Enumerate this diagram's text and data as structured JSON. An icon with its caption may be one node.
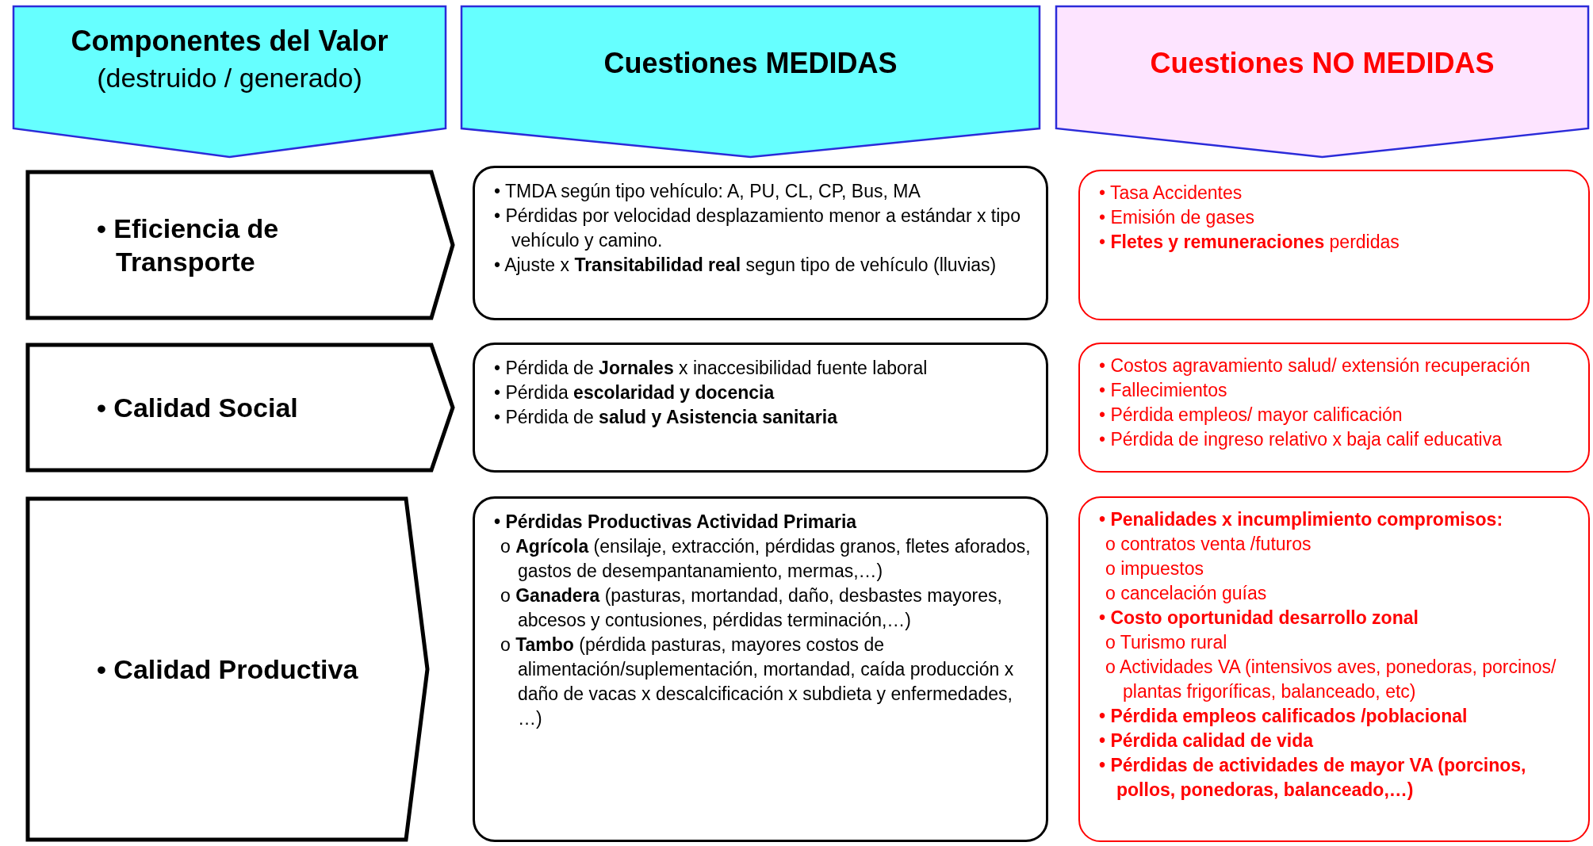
{
  "diagram": {
    "nodes": [
      {
        "text": [
          "Componentes del Valor",
          "(destruido / generado)"
        ]
      },
      {
        "text": [
          "Cuestiones MEDIDAS"
        ]
      },
      {
        "text": [
          "Cuestiones NO MEDIDAS"
        ]
      },
      {
        "text": [
          "• Eficiencia de Transporte"
        ]
      },
      {
        "text": [
          "• TMDA según tipo vehículo: A, PU, CL, CP, Bus, MA",
          "• Pérdidas por velocidad desplazamiento menor a estándar x tipo vehículo y camino.",
          "• Ajuste x **Transitabilidad real** segun tipo de vehículo (lluvias)"
        ]
      },
      {
        "text": [
          "• Tasa Accidentes",
          "• Emisión de gases",
          "• **Fletes y remuneraciones** perdidas"
        ]
      },
      {
        "text": [
          "• Calidad Social"
        ]
      },
      {
        "text": [
          "• Pérdida de **Jornales** x inaccesibilidad fuente laboral",
          "• Pérdida **escolaridad y docencia**",
          "• Pérdida de **salud y Asistencia sanitaria**"
        ]
      },
      {
        "text": [
          "• Costos agravamiento salud/ extensión recuperación",
          "• Fallecimientos",
          "• Pérdida empleos/ mayor calificación",
          "• Pérdida de ingreso relativo x baja calif educativa"
        ]
      },
      {
        "text": [
          "• Calidad Productiva"
        ]
      },
      {
        "text": [
          "• Pérdidas Productivas Actividad Primaria",
          "o **Agrícola** (ensilaje, extracción, pérdidas granos, fletes aforados, gastos de desempantanamiento, mermas,…)",
          "o **Ganadera** (pasturas, mortandad, daño, desbastes mayores, abcesos y contusiones, pérdidas terminación,…)",
          "o **Tambo** (pérdida pasturas, mayores costos de alimentación/suplementación, mortandad, caída producción x daño de vacas x descalcificación x subdieta y enfermedades, …)"
        ]
      },
      {
        "text": [
          "• Penalidades x incumplimiento compromisos:",
          "o contratos venta /futuros",
          "o impuestos",
          "o cancelación guías",
          "• Costo oportunidad desarrollo zonal",
          "o Turismo rural",
          "o Actividades VA (intensivos aves, ponedoras, porcinos/ plantas frigoríficas, balanceado, etc)",
          "• Pérdida empleos calificados /poblacional",
          "• Pérdida calidad de vida",
          "• Pérdidas de actividades de mayor VA (porcinos, pollos, ponedoras, balanceado,…)"
        ]
      }
    ]
  }
}
